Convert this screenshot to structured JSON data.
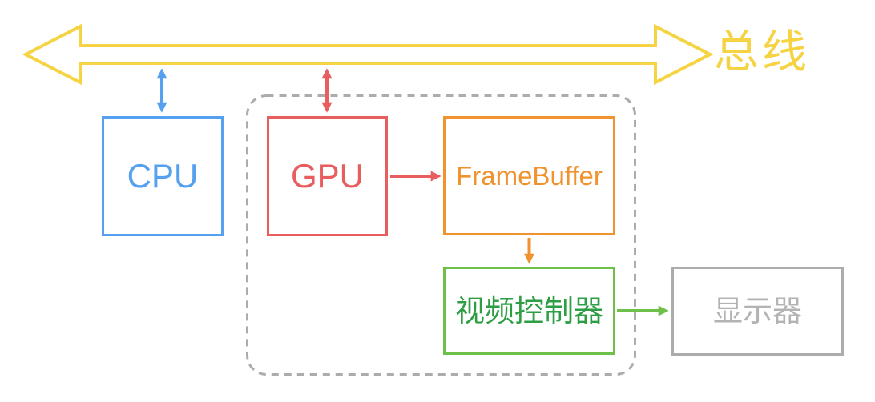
{
  "bus": {
    "label": "总线",
    "color": "#F5D342",
    "style": "hollow-double-headed-arrow"
  },
  "nodes": {
    "cpu": {
      "label": "CPU",
      "color": "#55A1F0"
    },
    "gpu": {
      "label": "GPU",
      "color": "#E85D5D"
    },
    "framebuffer": {
      "label": "FrameBuffer",
      "color": "#F0922E"
    },
    "video_controller": {
      "label": "视频控制器",
      "border_color": "#6EC04A",
      "text_color": "#2E9E44"
    },
    "display": {
      "label": "显示器",
      "color": "#ACACAC",
      "text_color": "#B3B3B3"
    }
  },
  "edges": [
    {
      "from": "cpu",
      "to": "bus",
      "direction": "bidirectional",
      "color": "#55A1F0"
    },
    {
      "from": "gpu",
      "to": "bus",
      "direction": "bidirectional",
      "color": "#E85D5D"
    },
    {
      "from": "gpu",
      "to": "framebuffer",
      "direction": "one-way",
      "color": "#E85D5D"
    },
    {
      "from": "framebuffer",
      "to": "video_controller",
      "direction": "one-way",
      "color": "#F0922E"
    },
    {
      "from": "video_controller",
      "to": "display",
      "direction": "one-way",
      "color": "#6EC04A"
    }
  ],
  "group": {
    "contains": [
      "gpu",
      "framebuffer",
      "video_controller"
    ],
    "border_style": "dashed",
    "color": "#ACACAC"
  }
}
